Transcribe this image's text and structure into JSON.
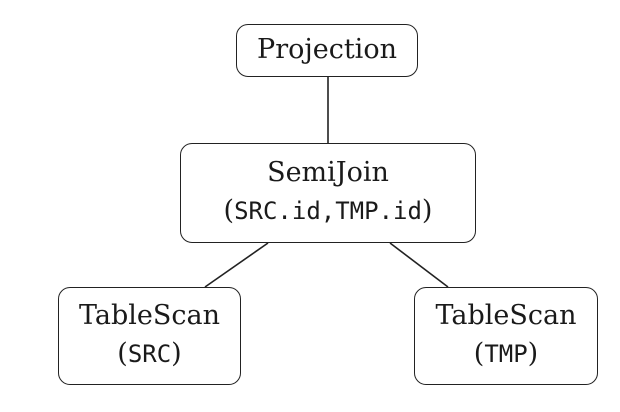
{
  "nodes": {
    "projection": {
      "label": "Projection"
    },
    "semijoin": {
      "label": "SemiJoin",
      "open": "(",
      "args": "SRC.id,TMP.id",
      "close": ")"
    },
    "scan_src": {
      "label": "TableScan",
      "open": "(",
      "arg": "SRC",
      "close": ")"
    },
    "scan_tmp": {
      "label": "TableScan",
      "open": "(",
      "arg": "TMP",
      "close": ")"
    }
  },
  "colors": {
    "stroke": "#222222",
    "text": "#1a1a1a",
    "background": "#ffffff"
  }
}
